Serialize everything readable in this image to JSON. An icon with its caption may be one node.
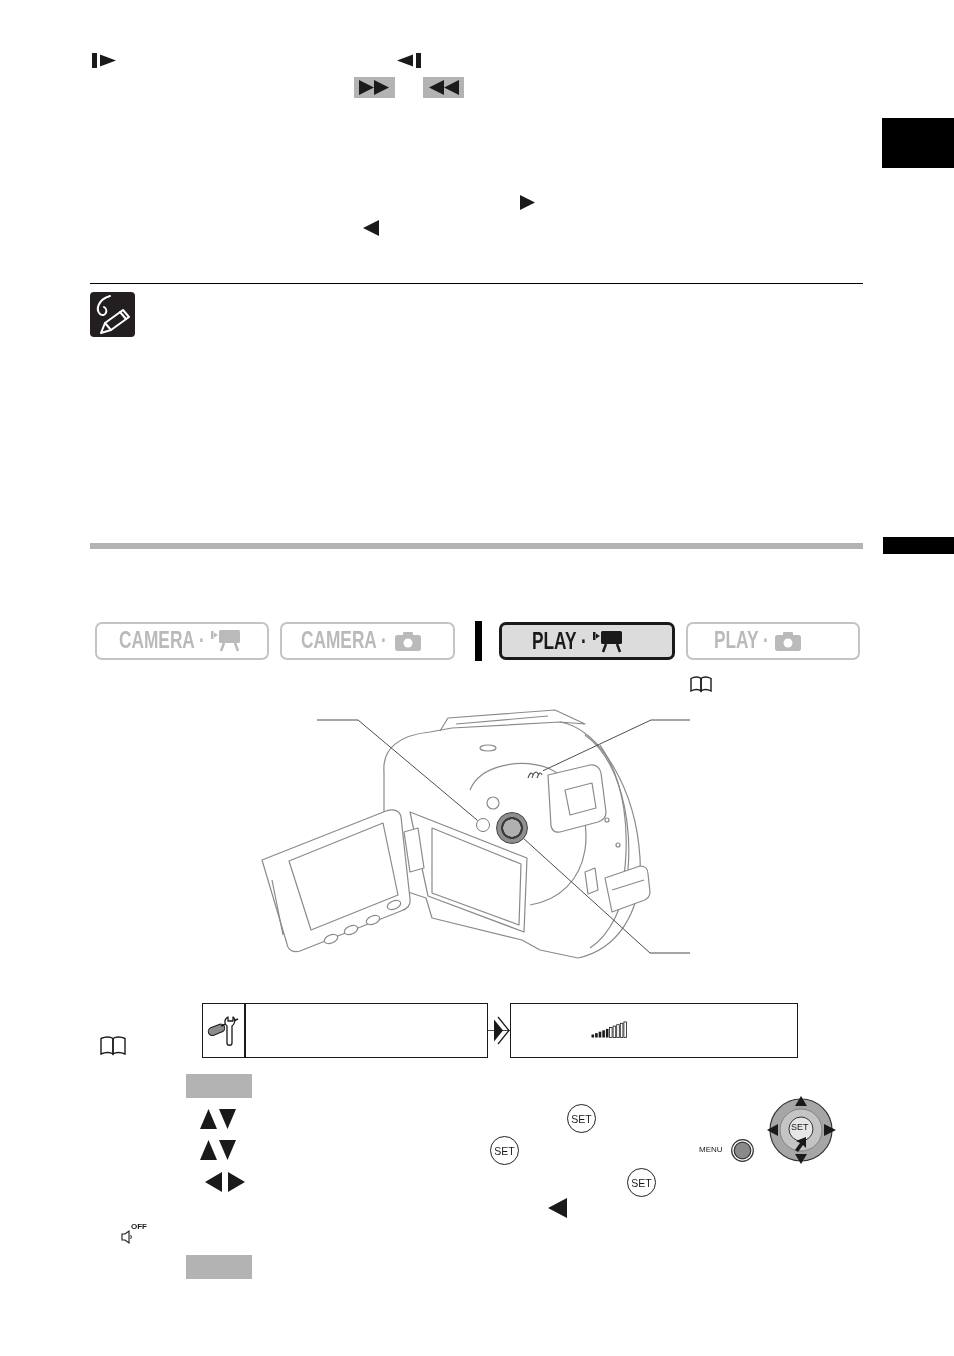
{
  "diagram": {
    "nodes": [
      {
        "text": [
          "CAMERA ·"
        ]
      },
      {
        "text": [
          "CAMERA ·"
        ]
      },
      {
        "text": [
          "PLAY ·"
        ]
      },
      {
        "text": [
          "PLAY ·"
        ]
      },
      {
        "text": [],
        "shape": "circle"
      },
      {
        "text": [],
        "shape": "picture"
      },
      {
        "text": [],
        "shape": "circle"
      },
      {
        "text": [],
        "shape": "box"
      },
      {
        "text": [],
        "shape": "box"
      }
    ],
    "edges": [
      {
        "from": null,
        "to": 4,
        "arrow": "none"
      },
      {
        "from": null,
        "to": 5,
        "arrow": "none"
      },
      {
        "from": null,
        "to": 6,
        "arrow": "none"
      },
      {
        "from": 7,
        "to": 8,
        "arrow": "to"
      }
    ],
    "labels": [
      "SET",
      "SET",
      "SET",
      "MENU",
      "SET",
      "OFF"
    ]
  }
}
